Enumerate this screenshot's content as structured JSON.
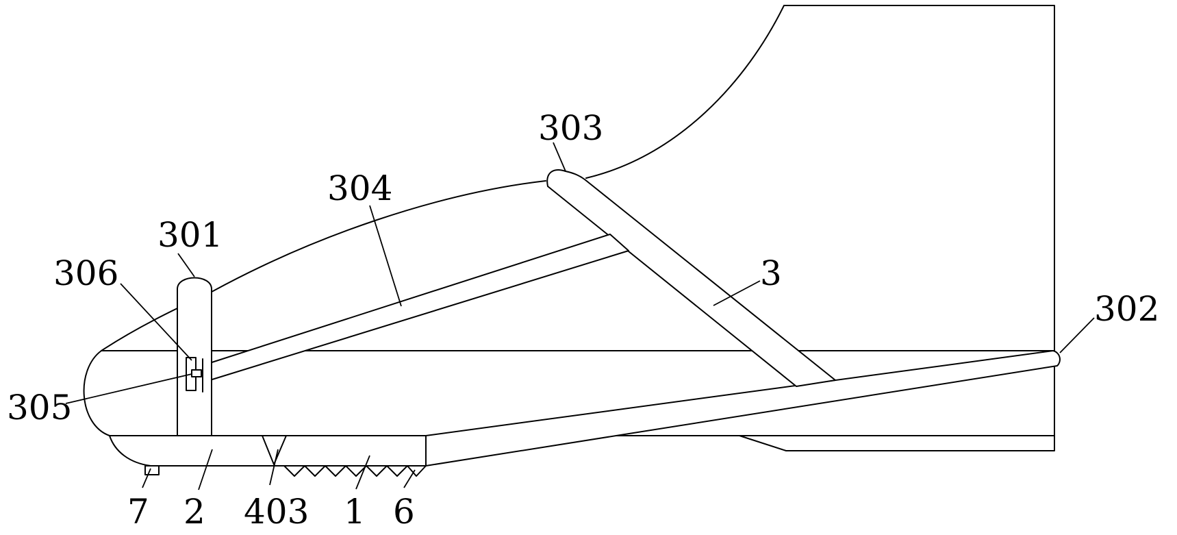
{
  "labels": {
    "l1": "1",
    "l2": "2",
    "l3": "3",
    "l6": "6",
    "l7": "7",
    "l301": "301",
    "l302": "302",
    "l303": "303",
    "l304": "304",
    "l305": "305",
    "l306": "306",
    "l403": "403"
  }
}
